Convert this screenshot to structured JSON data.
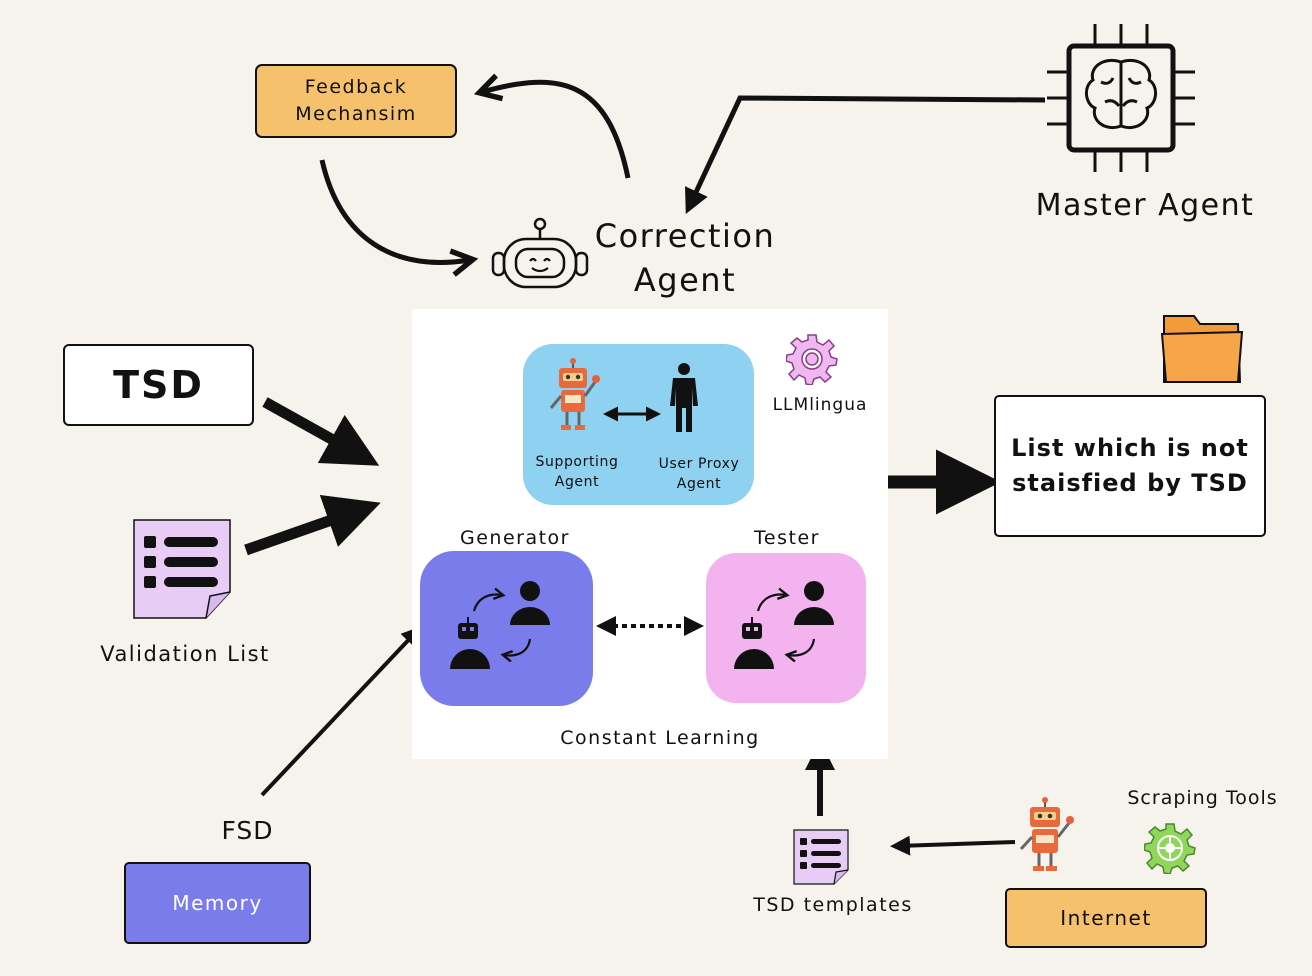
{
  "feedback": {
    "line1": "Feedback",
    "line2": "Mechansim"
  },
  "correction_agent": {
    "line1": "Correction",
    "line2": "Agent"
  },
  "master_agent": {
    "label": "Master Agent"
  },
  "tsd": {
    "label": "TSD"
  },
  "validation_list": {
    "label": "Validation List"
  },
  "fsd": {
    "label": "FSD"
  },
  "memory": {
    "label": "Memory"
  },
  "center": {
    "supporting_agent": {
      "line1": "Supporting",
      "line2": "Agent"
    },
    "user_proxy_agent": {
      "line1": "User Proxy",
      "line2": "Agent"
    },
    "llmlingua": "LLMlingua",
    "generator": "Generator",
    "tester": "Tester",
    "constant_learning": "Constant Learning"
  },
  "output": {
    "line1": "List which is not",
    "line2": "staisfied by TSD"
  },
  "tsd_templates": {
    "label": "TSD templates"
  },
  "scraping_tools": {
    "label": "Scraping Tools"
  },
  "internet": {
    "label": "Internet"
  },
  "colors": {
    "background": "#f5f3ec",
    "orange_box": "#f5c16c",
    "memory_box": "#7b7cec",
    "generator_box": "#7b7cec",
    "tester_box": "#f2b3ee",
    "agents_panel": "#8fd1f0",
    "folder": "#f29b38",
    "gear_green": "#8fd65a",
    "gear_purple": "#f0b8f0"
  },
  "icons": [
    "brain-chip-icon",
    "robot-face-icon",
    "list-document-icon",
    "folder-icon",
    "robot-icon",
    "person-icon",
    "gear-icon",
    "agent-exchange-icon"
  ]
}
